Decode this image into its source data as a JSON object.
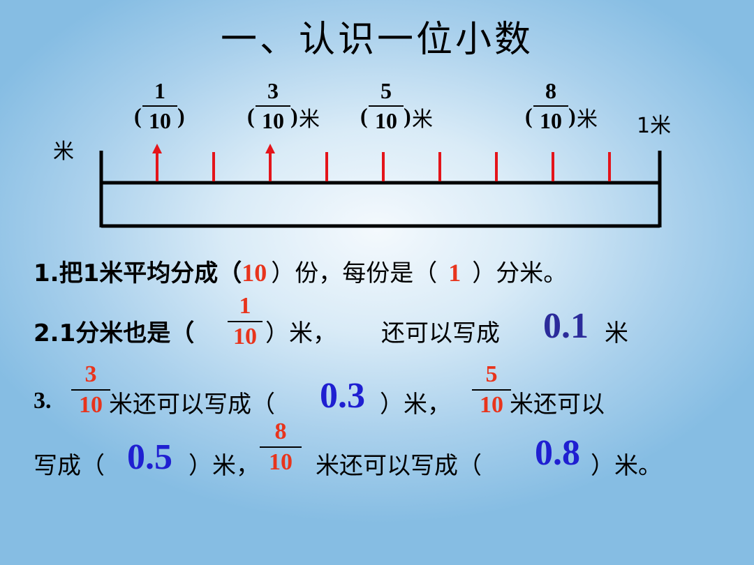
{
  "title": "一、认识一位小数",
  "ruler": {
    "left_unit": "米",
    "right_unit": "1米",
    "labels": [
      {
        "num": "1",
        "den": "10",
        "lp": "(",
        "rp": ")",
        "unit": ""
      },
      {
        "num": "3",
        "den": "10",
        "lp": "(",
        "rp": ")",
        "unit": "米"
      },
      {
        "num": "5",
        "den": "10",
        "lp": "(",
        "rp": ")",
        "unit": "米"
      },
      {
        "num": "8",
        "den": "10",
        "lp": "(",
        "rp": ")",
        "unit": "米"
      }
    ]
  },
  "q1": {
    "prefix": "1.把1米平均分成（",
    "answer1": "10",
    "middle": "）份，每份是（",
    "answer2": "1",
    "suffix": "）分米。"
  },
  "q2": {
    "prefix": "2.1分米也是（",
    "num": "1",
    "den": "10",
    "middle": "）米，",
    "text2": "还可以写成",
    "answer": "0.1",
    "suffix": "米"
  },
  "q3": {
    "num": "3.",
    "frac1_num": "3",
    "frac1_den": "10",
    "text1": "米还可以写成（",
    "answer1": "0.3",
    "text2": "）米，",
    "frac2_num": "5",
    "frac2_den": "10",
    "text3": "米还可以",
    "text4": "写成（",
    "answer2": "0.5",
    "text5": "）米，",
    "frac3_num": "8",
    "frac3_den": "10",
    "text6": "米还可以写成（",
    "answer3": "0.8",
    "text7": "）米。"
  }
}
